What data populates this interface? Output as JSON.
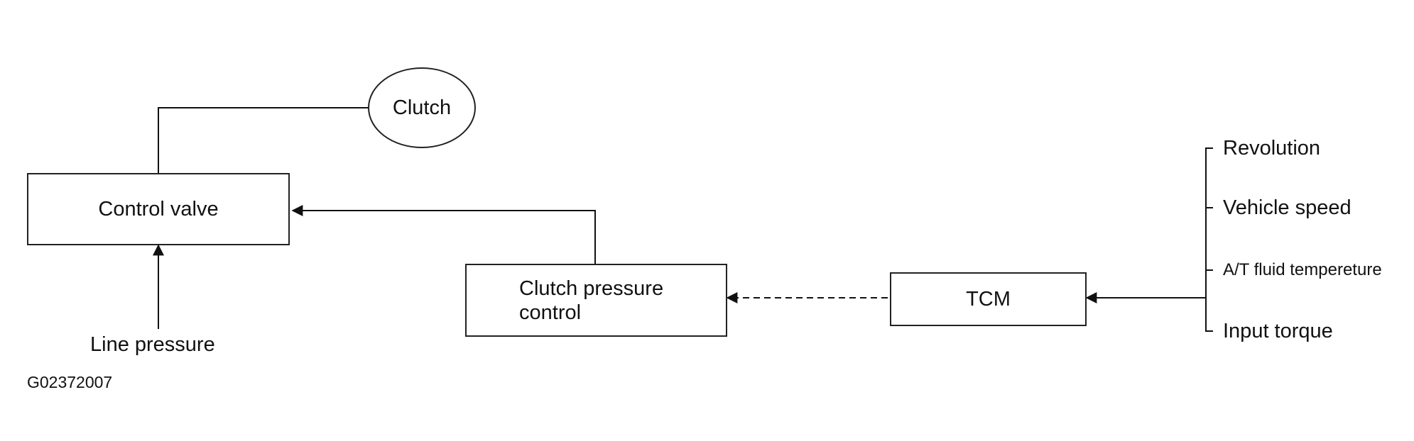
{
  "diagram": {
    "nodes": {
      "clutch": "Clutch",
      "control_valve": "Control valve",
      "clutch_pressure_control_line1": "Clutch pressure",
      "clutch_pressure_control_line2": "control",
      "tcm": "TCM"
    },
    "inputs": {
      "line_pressure": "Line pressure",
      "tcm_inputs": [
        "Revolution",
        "Vehicle speed",
        "A/T fluid tempereture",
        "Input torque"
      ]
    },
    "figure_code": "G02372007"
  }
}
